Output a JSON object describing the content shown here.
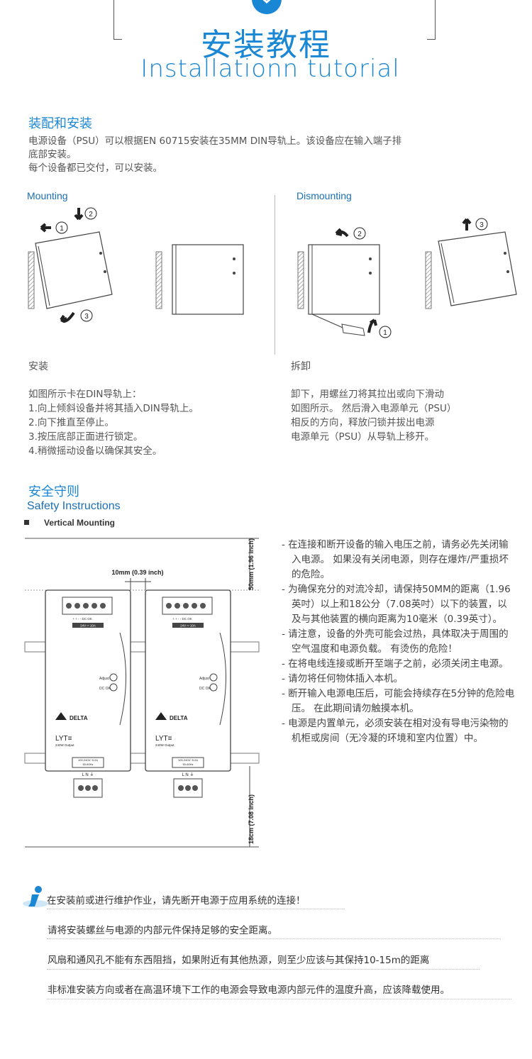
{
  "header": {
    "title_cn": "安装教程",
    "title_en": "Installationn tutorial"
  },
  "assembly": {
    "heading": "装配和安装",
    "text": "电源设备（PSU）可以根据EN 60715安装在35MM DIN导轨上。该设备应在输入端子排\n底部安装。\n每个设备都已交付，可以安装。"
  },
  "figure": {
    "mounting_label": "Mounting",
    "dismounting_label": "Dismounting",
    "step_numbers": [
      "1",
      "2",
      "3"
    ]
  },
  "install": {
    "title": "安装",
    "text": "如图所示卡在DIN导轨上：\n1.向上倾斜设备并将其插入DIN导轨上。\n2.向下推直至停止。\n3.按压底部正面进行锁定。\n4.稍微摇动设备以确保其安全。"
  },
  "uninstall": {
    "title": "拆卸",
    "text": "卸下，用螺丝刀将其拉出或向下滑动\n如图所示。 然后滑入电源单元（PSU）\n相反的方向，释放闩锁并拔出电源\n电源单元（PSU）从导轨上移开。"
  },
  "safety": {
    "heading_cn": "安全守则",
    "heading_en": "Safety Instructions",
    "vertical_label": "Vertical Mounting",
    "dim_top": "50mm (1.96 inch)",
    "dim_gap": "10mm (0.39 inch)",
    "dim_bottom": "18cm (7.08 inch)",
    "device": {
      "brand": "DELTA",
      "model": "LYT≡",
      "output": "240W Output",
      "adjust": "Adjust",
      "dc_ok": "DC OK",
      "rating": "24V ═ 10A",
      "input": "100-240V~5.2A",
      "freq": "50-60Hz",
      "terminals": "L  N  ⏚",
      "top_pins": "+ +  -  -  DC OK"
    },
    "rules": [
      "- 在连接和断开设备的输入电压之前，请务必先关闭输入电源。 如果没有关闭电源，则存在爆炸/严重损坏的危险。",
      "- 为确保充分的对流冷却，请保持50MM的距离（1.96英吋）以上和18公分（7.08英吋）以下的装置，以及与其他装置的横向距离为10毫米（0.39英寸）。",
      "- 请注意，设备的外壳可能会过热，具体取决于周围的空气温度和电源负载。 有烫伤的危险！",
      "- 在将电线连接或断开至端子之前，必须关闭主电源。",
      "- 请勿将任何物体插入本机。",
      "- 断开输入电源电压后，可能会持续存在5分钟的危险电压。 在此期间请勿触摸本机。",
      "- 电源是内置单元，必须安装在相对没有导电污染物的机柜或房间（无冷凝的环境和室内位置）中。"
    ]
  },
  "notes": [
    "在安装前或进行维护作业，请先断开电源于应用系统的连接！",
    "请将安装螺丝与电源的内部元件保持足够的安全距离。",
    "风扇和通风孔不能有东西阻挡，如果附近有其他热源，则至少应该与其保持10-15m的距离",
    "非标准安装方向或者在高温环境下工作的电源会导致电源内部元件的温度升高，应该降载使用。"
  ],
  "colors": {
    "accent": "#1a87d4",
    "text": "#444444"
  }
}
